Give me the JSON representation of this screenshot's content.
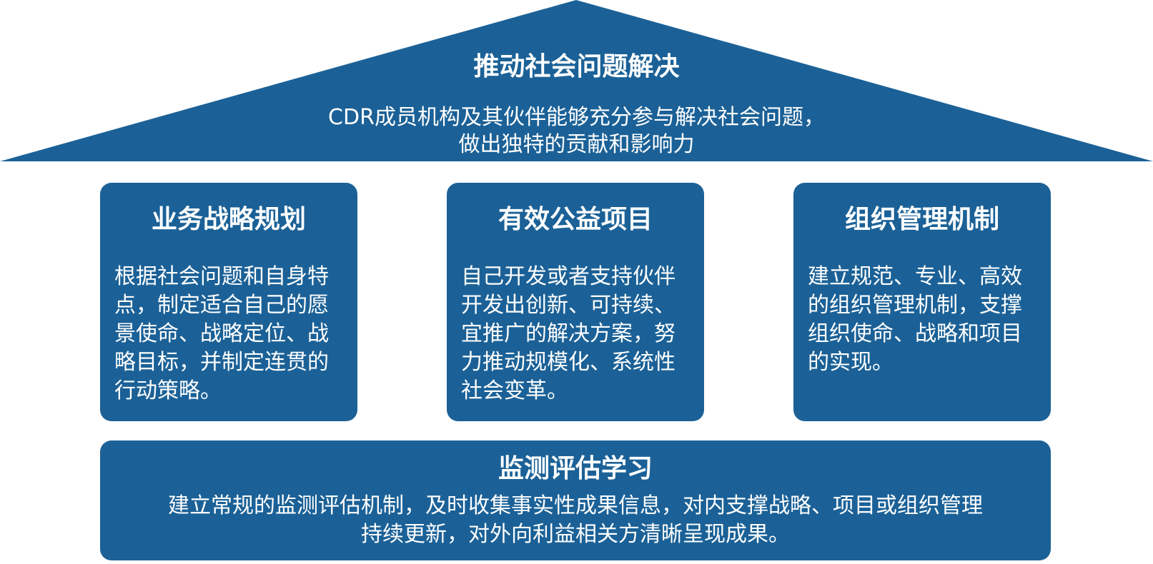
{
  "colors": {
    "primary_blue": "#1b6197",
    "text": "#ffffff",
    "background": "#ffffff"
  },
  "roof": {
    "title": "推动社会问题解决",
    "desc_line1": "CDR成员机构及其伙伴能够充分参与解决社会问题，",
    "desc_line2": "做出独特的贡献和影响力"
  },
  "pillars": [
    {
      "title": "业务战略规划",
      "text": "根据社会问题和自身特点，制定适合自己的愿景使命、战略定位、战略目标，并制定连贯的行动策略。"
    },
    {
      "title": "有效公益项目",
      "text": "自己开发或者支持伙伴开发出创新、可持续、宜推广的解决方案，努力推动规模化、系统性社会变革。"
    },
    {
      "title": "组织管理机制",
      "text": "建立规范、专业、高效的组织管理机制，支撑组织使命、战略和项目的实现。"
    }
  ],
  "foundation": {
    "title": "监测评估学习",
    "text_line1": "建立常规的监测评估机制，及时收集事实性成果信息，对内支撑战略、项目或组织管理",
    "text_line2": "持续更新，对外向利益相关方清晰呈现成果。"
  }
}
